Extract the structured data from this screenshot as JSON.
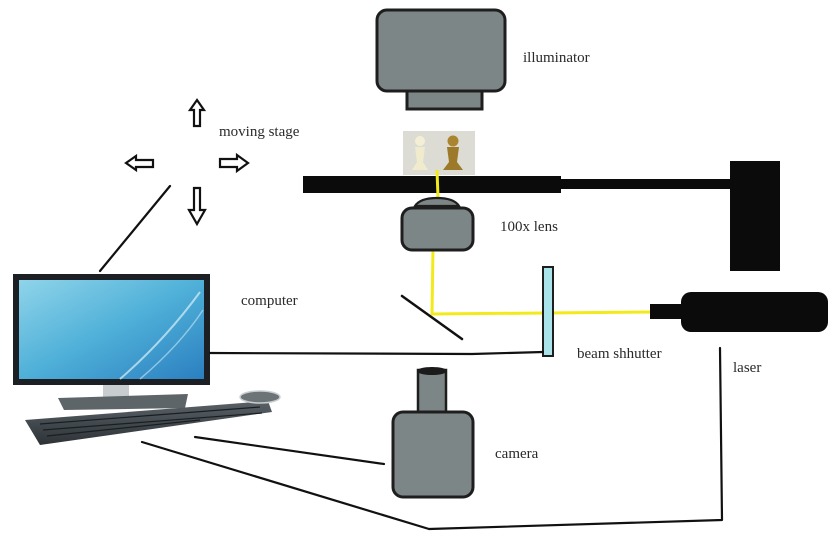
{
  "figure": {
    "type": "optical setup schematic",
    "labels": {
      "illuminator": "illuminator",
      "moving_stage": "moving stage",
      "lens": "100x lens",
      "computer": "computer",
      "beam_shutter": "beam shhutter",
      "laser": "laser",
      "camera": "camera"
    },
    "components": [
      {
        "id": "illuminator",
        "icon": "illuminator-icon"
      },
      {
        "id": "moving_stage",
        "icon": "arrow-cross-icon"
      },
      {
        "id": "sample",
        "icon": "chess-pawns-icon"
      },
      {
        "id": "stage_bar",
        "icon": "stage-bar"
      },
      {
        "id": "lens",
        "icon": "objective-lens-icon"
      },
      {
        "id": "mirror",
        "icon": "mirror-icon"
      },
      {
        "id": "beam_shutter",
        "icon": "shutter-icon"
      },
      {
        "id": "laser",
        "icon": "laser-icon"
      },
      {
        "id": "camera",
        "icon": "camera-icon"
      },
      {
        "id": "computer",
        "icon": "desktop-computer-icon"
      }
    ],
    "colors": {
      "device_fill": "#7d8686",
      "outline": "#1e1e1e",
      "beam": "#f2ea1a",
      "shutter": "#a8e4ea",
      "screen": "#5bb8da"
    }
  }
}
